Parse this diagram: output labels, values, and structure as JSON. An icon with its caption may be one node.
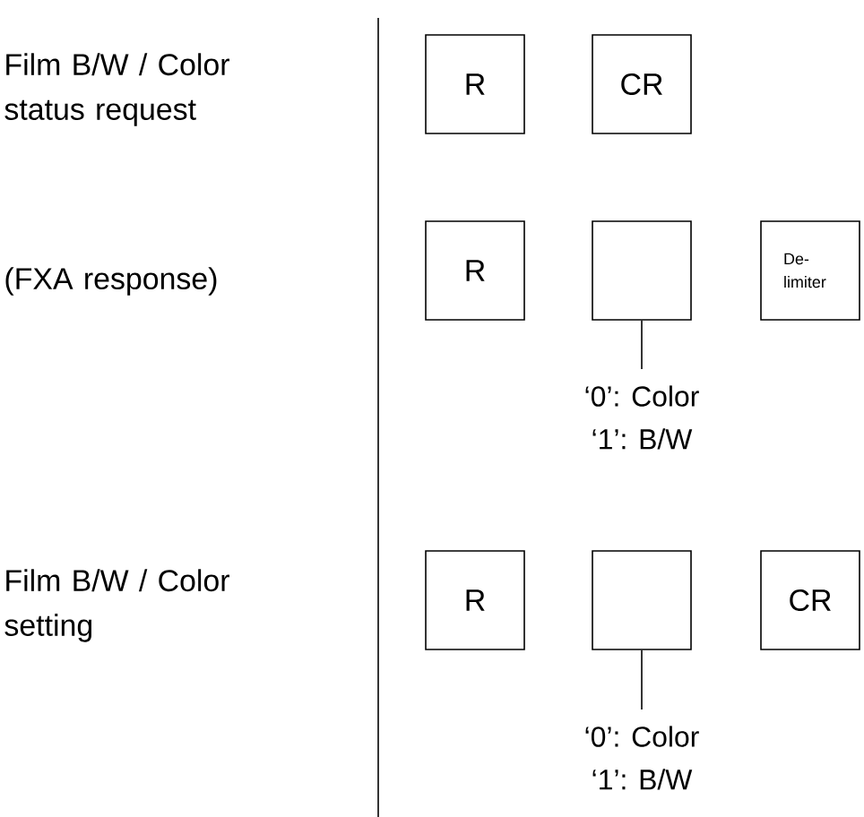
{
  "diagram": {
    "nodes": [
      {
        "text": [
          "R"
        ]
      },
      {
        "text": [
          "CR"
        ]
      },
      {
        "text": [
          "R"
        ]
      },
      {
        "text": [],
        "shape": "box"
      },
      {
        "text": [
          "De-limiter"
        ]
      },
      {
        "text": [
          "‘0’: Color",
          "‘1’: B/W"
        ]
      },
      {
        "text": [
          "R"
        ]
      },
      {
        "text": [],
        "shape": "box"
      },
      {
        "text": [
          "CR"
        ]
      },
      {
        "text": [
          "‘0’: Color",
          "‘1’: B/W"
        ]
      }
    ],
    "edges": [
      {
        "from": 3,
        "to": 5,
        "arrow": "none"
      },
      {
        "from": 7,
        "to": 9,
        "arrow": "none"
      }
    ],
    "labels": [
      "Film B/W / Color status request",
      "(FXA response)",
      "Film B/W / Color setting"
    ]
  }
}
